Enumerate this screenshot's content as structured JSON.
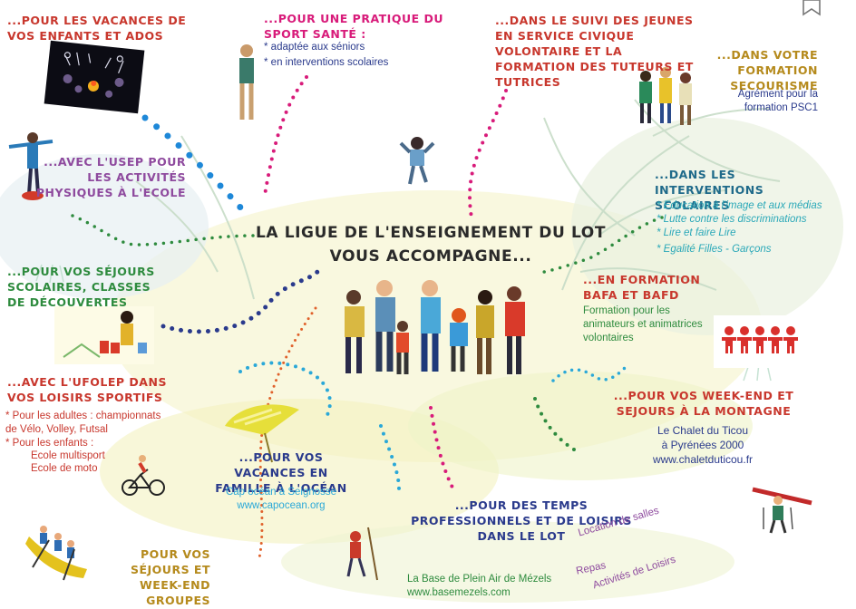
{
  "center": {
    "title_line1": "LA LIGUE DE L'ENSEIGNEMENT DU LOT",
    "title_line2": "VOUS ACCOMPAGNE..."
  },
  "sections": {
    "vacances_enfants": {
      "title": "...POUR LES VACANCES DE VOS ENFANTS ET ADOS"
    },
    "sport_sante": {
      "title": "...POUR UNE PRATIQUE DU SPORT SANTÉ :",
      "items": [
        "* adaptée aux séniors",
        "* en interventions scolaires"
      ]
    },
    "service_civique": {
      "title": "...DANS LE SUIVI DES JEUNES EN SERVICE CIVIQUE VOLONTAIRE ET LA FORMATION DES TUTEURS ET TUTRICES"
    },
    "secourisme": {
      "title": "...DANS VOTRE FORMATION SECOURISME",
      "text": "Agrément pour la formation PSC1"
    },
    "usep": {
      "title": "...AVEC L'USEP POUR LES ACTIVITÉS PHYSIQUES À L'ECOLE"
    },
    "interventions": {
      "title": "...DANS LES INTERVENTIONS SCOLAIRES",
      "items": [
        "* Education à l'image et aux médias",
        "* Lutte contre les discriminations",
        "* Lire et faire Lire",
        "* Egalité Filles - Garçons"
      ]
    },
    "sejours_scolaires": {
      "title": "...POUR VOS SÉJOURS SCOLAIRES, CLASSES DE DÉCOUVERTES"
    },
    "bafa": {
      "title": "...EN FORMATION BAFA ET BAFD",
      "text": "Formation pour les animateurs et animatrices volontaires"
    },
    "ufolep": {
      "title": "...AVEC L'UFOLEP DANS VOS LOISIRS SPORTIFS",
      "items": [
        "* Pour les adultes : championnats de Vélo, Volley, Futsal",
        "* Pour les enfants :"
      ],
      "kids": [
        "Ecole multisport",
        "Ecole de moto"
      ]
    },
    "weekend_montagne": {
      "title": "...POUR VOS WEEK-END ET SEJOURS À LA MONTAGNE",
      "lines": [
        "Le Chalet du Ticou",
        "à Pyrénées 2000",
        "www.chaletduticou.fr"
      ]
    },
    "ocean": {
      "title": "...POUR VOS VACANCES EN FAMILLE À L'OCÉAN",
      "lines": [
        "Cap océan à Seignosse",
        "www.capocean.org"
      ]
    },
    "professionnels": {
      "title": "...POUR DES TEMPS PROFESSIONNELS ET DE LOISIRS DANS LE LOT",
      "rot1": "Location de salles",
      "rot2": "Repas",
      "rot3": "Activités de Loisirs",
      "mezels": [
        "La Base de Plein Air de Mézels",
        "www.basemezels.com"
      ]
    },
    "groupes": {
      "title": "POUR VOS SÉJOURS ET WEEK-END GROUPES PERSONNALISÉS"
    }
  },
  "colors": {
    "red": "#c8372d",
    "magenta": "#d81b7a",
    "navy": "#2a3a8c",
    "purple": "#8e4a9e",
    "green": "#2e8b3e",
    "teal": "#2aa8b8",
    "gold": "#b58a1c",
    "blue_dots": "#1e88d8"
  },
  "icons": [
    "bookmark-icon",
    "campfire-photo-icon",
    "paper-chain-icon",
    "beach-umbrella-icon",
    "bicycle-icon",
    "canoe-icon",
    "hiker-icon",
    "skier-icon"
  ]
}
